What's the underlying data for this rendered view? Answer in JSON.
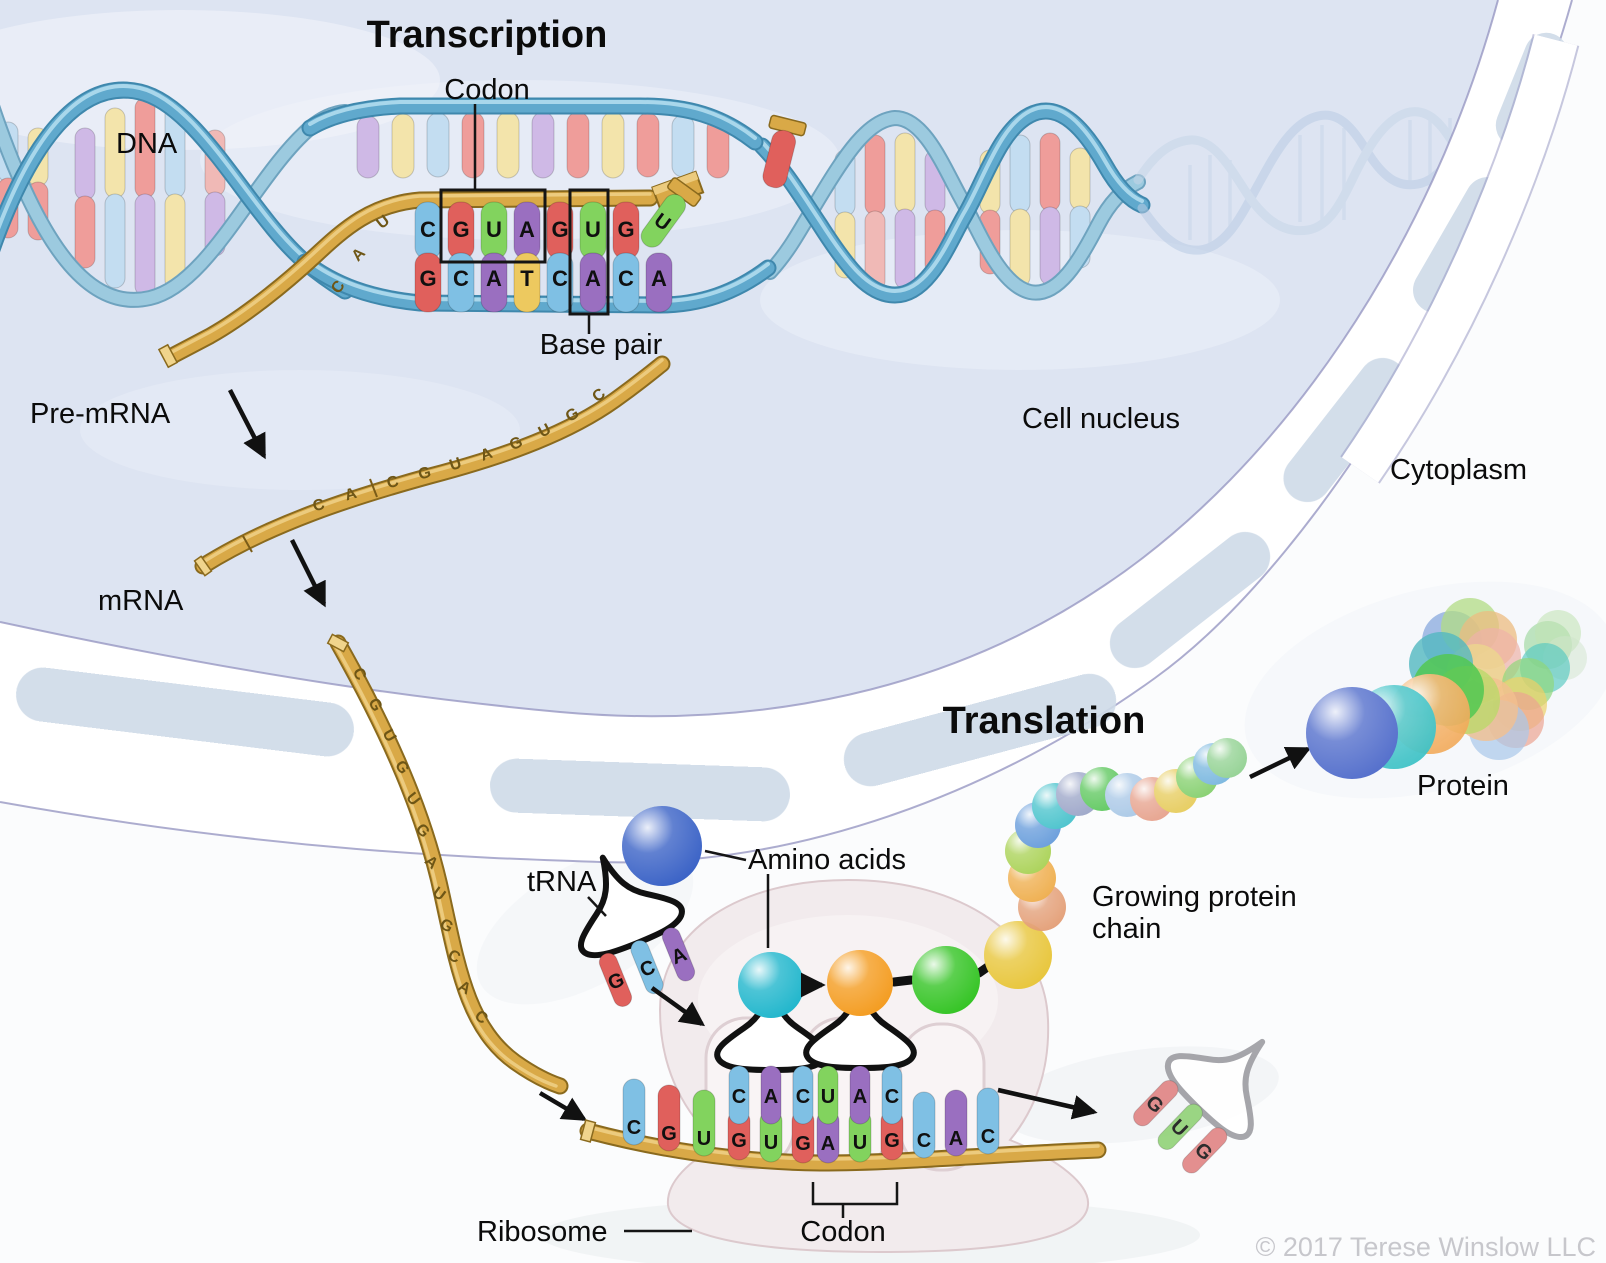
{
  "titles": {
    "transcription": "Transcription",
    "translation": "Translation"
  },
  "labels": {
    "codon_top": "Codon",
    "dna": "DNA",
    "base_pair": "Base pair",
    "pre_mrna": "Pre-mRNA",
    "mrna": "mRNA",
    "cell_nucleus": "Cell nucleus",
    "cytoplasm": "Cytoplasm",
    "trna": "tRNA",
    "amino_acids": "Amino acids",
    "growing_protein_line1": "Growing protein",
    "growing_protein_line2": "chain",
    "protein": "Protein",
    "ribosome": "Ribosome",
    "codon_bottom": "Codon",
    "copyright": "© 2017 Terese Winslow LLC"
  },
  "base_colors": {
    "A": "#9a6fc0",
    "U": "#82d35e",
    "G": "#e0605c",
    "C": "#7fc0e4",
    "T": "#edc95f"
  },
  "transcription": {
    "mrna": [
      "C",
      "G",
      "U",
      "A",
      "G",
      "U",
      "G"
    ],
    "dna_template": [
      "G",
      "C",
      "A",
      "T",
      "C",
      "A",
      "C",
      "A"
    ],
    "incoming_nucleotide": "U",
    "strand_exit": [
      "U",
      "A",
      "C"
    ]
  },
  "strands": {
    "pre_mrna_leading": [
      "C",
      "A"
    ],
    "spliced_mrna": [
      "C",
      "G",
      "U",
      "A",
      "G",
      "U",
      "G",
      "C"
    ],
    "nuclear_export": [
      "C",
      "G",
      "U",
      "G",
      "U",
      "G",
      "A",
      "U",
      "G",
      "C",
      "A",
      "C"
    ]
  },
  "translation": {
    "mrna": [
      "C",
      "G",
      "U",
      "G",
      "U",
      "G",
      "A",
      "U",
      "G",
      "C",
      "A",
      "C"
    ],
    "anticodon_incoming": [
      "G",
      "C",
      "A"
    ],
    "anticodon_p_site": [
      "C",
      "A",
      "C"
    ],
    "anticodon_a_site": [
      "U",
      "A",
      "C"
    ],
    "anticodon_leaving": [
      "G",
      "U",
      "G"
    ]
  }
}
